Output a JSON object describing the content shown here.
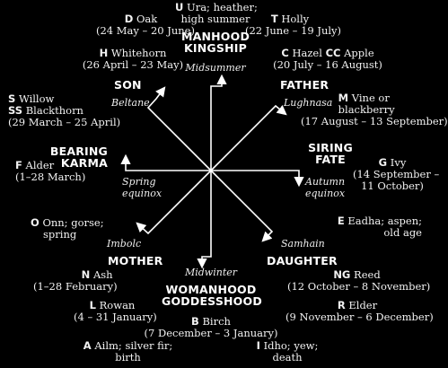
{
  "colors": {
    "background": "#000000",
    "foreground": "#ffffff"
  },
  "trees": {
    "ura": {
      "letter": "U",
      "line1": "Ura; heather;",
      "line2": "high summer"
    },
    "duir": {
      "letter": "D",
      "name": "Oak",
      "dates": "(24 May – 20 June)"
    },
    "tinne": {
      "letter": "T",
      "name": "Holly",
      "dates": "(22 June – 19 July)"
    },
    "huath": {
      "letter": "H",
      "name": "Whitehorn",
      "dates": "(26 April – 23 May)"
    },
    "coll": {
      "letter": "C",
      "name": "Hazel",
      "letter2": "CC",
      "name2": "Apple",
      "dates": "(20 July – 16 August)"
    },
    "saille": {
      "letter": "S",
      "name": "Willow",
      "letter2": "SS",
      "name2": "Blackthorn",
      "dates": "(29 March – 25 April)"
    },
    "muin": {
      "letter": "M",
      "line1": "Vine or",
      "line2": "blackberry",
      "dates": "(17 August – 13 September)"
    },
    "fearn": {
      "letter": "F",
      "name": "Alder",
      "dates": "(1–28 March)"
    },
    "gort": {
      "letter": "G",
      "name": "Ivy",
      "line2": "(14 September –",
      "line3": "11 October)"
    },
    "onn": {
      "letter": "O",
      "line1": "Onn; gorse;",
      "line2": "spring"
    },
    "eadha": {
      "letter": "E",
      "line1": "Eadha; aspen;",
      "line2": "old age"
    },
    "nion": {
      "letter": "N",
      "name": "Ash",
      "dates": "(1–28 February)"
    },
    "ngetal": {
      "letter": "NG",
      "name": "Reed",
      "dates": "(12 October – 8 November)"
    },
    "luis": {
      "letter": "L",
      "name": "Rowan",
      "dates": "(4 – 31 January)"
    },
    "ruis": {
      "letter": "R",
      "name": "Elder",
      "dates": "(9 November – 6 December)"
    },
    "beith": {
      "letter": "B",
      "name": "Birch",
      "dates": "(7 December – 3 January)"
    },
    "ailm": {
      "letter": "A",
      "line1": "Ailm; silver fir;",
      "line2": "birth"
    },
    "idho": {
      "letter": "I",
      "line1": "Idho; yew;",
      "line2": "death"
    }
  },
  "aspects": {
    "manhood": {
      "line1": "MANHOOD",
      "line2": "KINGSHIP"
    },
    "son": "SON",
    "father": "FATHER",
    "bearing": {
      "line1": "BEARING",
      "line2": "KARMA"
    },
    "siring": {
      "line1": "SIRING",
      "line2": "FATE"
    },
    "mother": "MOTHER",
    "daughter": "DAUGHTER",
    "womanhood": {
      "line1": "WOMANHOOD",
      "line2": "GODDESSHOOD"
    }
  },
  "festivals": {
    "midsummer": "Midsummer",
    "beltane": "Beltane",
    "lughnasa": "Lughnasa",
    "spring_equinox": {
      "line1": "Spring",
      "line2": "equinox"
    },
    "autumn_equinox": {
      "line1": "Autumn",
      "line2": "equinox"
    },
    "imbolc": "Imbolc",
    "samhain": "Samhain",
    "midwinter": "Midwinter"
  }
}
